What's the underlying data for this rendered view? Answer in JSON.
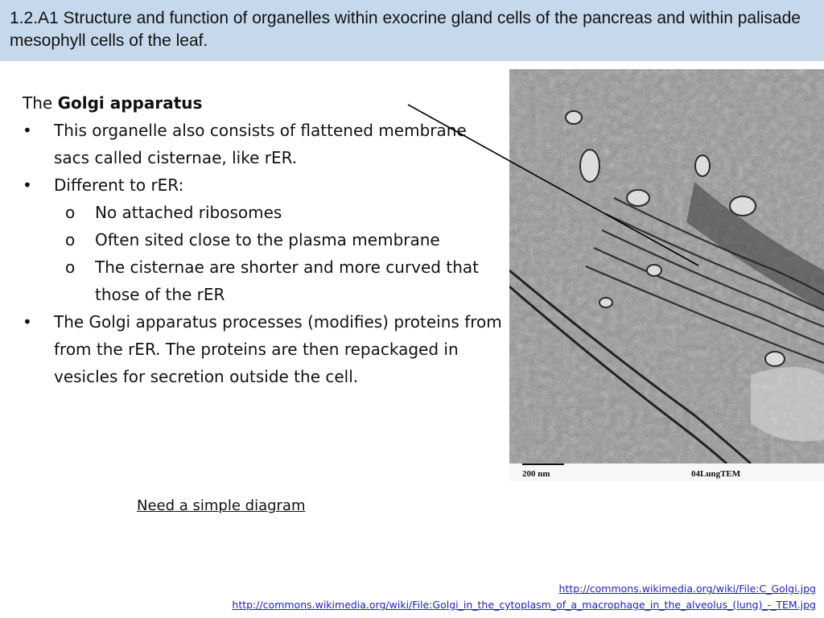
{
  "header": {
    "title": "1.2.A1 Structure and function of organelles within exocrine gland cells of the pancreas and within palisade mesophyll cells of the leaf."
  },
  "content": {
    "intro_prefix": "The",
    "intro_bold": "Golgi apparatus",
    "bullets": [
      {
        "text": "This organelle also consists of flattened membrane sacs called cisternae, like rER."
      },
      {
        "text": "Different to rER:",
        "sub": [
          "No attached ribosomes",
          "Often sited close to the plasma membrane",
          "The cisternae are shorter and more curved that those of the rER"
        ]
      },
      {
        "text": "The Golgi apparatus processes (modifies) proteins from from the rER. The proteins are then repackaged in vesicles for secretion outside the cell."
      }
    ],
    "bullet_symbol": "•",
    "sub_bullet_symbol": "o"
  },
  "micrograph": {
    "scale_label": "200 nm",
    "image_label": "04LungTEM"
  },
  "note": {
    "text": "Need a simple diagram"
  },
  "links": [
    "http://commons.wikimedia.org/wiki/File:C_Golgi.jpg",
    "http://commons.wikimedia.org/wiki/File:Golgi_in_the_cytoplasm_of_a_macrophage_in_the_alveolus_(lung)_-_TEM.jpg"
  ],
  "colors": {
    "header_bg": "#c6d9ec",
    "link": "#1f1fbf"
  }
}
